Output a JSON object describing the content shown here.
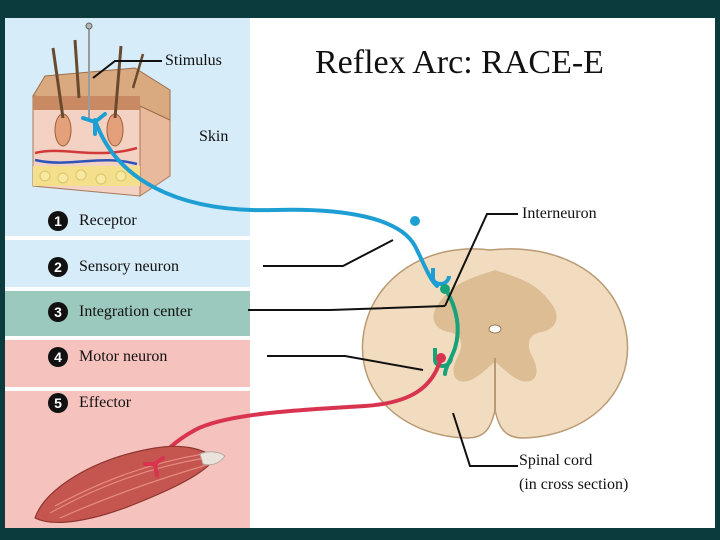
{
  "title": "Reflex Arc: RACE-E",
  "labels": {
    "stimulus": "Stimulus",
    "skin": "Skin",
    "interneuron": "Interneuron",
    "spinal_cord_line1": "Spinal cord",
    "spinal_cord_line2": "(in cross section)"
  },
  "steps": [
    {
      "number": "1",
      "label": "Receptor"
    },
    {
      "number": "2",
      "label": "Sensory neuron"
    },
    {
      "number": "3",
      "label": "Integration center"
    },
    {
      "number": "4",
      "label": "Motor neuron"
    },
    {
      "number": "5",
      "label": "Effector"
    }
  ],
  "colors": {
    "sensory_neuron": "#1e9fd4",
    "interneuron": "#18a27a",
    "motor_neuron": "#d9344f",
    "spinal_cord": "#f1dcc0",
    "gray_matter": "#d9b98c",
    "band_blue": "#d6ecf8",
    "band_green": "#9bc9bd",
    "band_pink": "#f6c2bd"
  }
}
